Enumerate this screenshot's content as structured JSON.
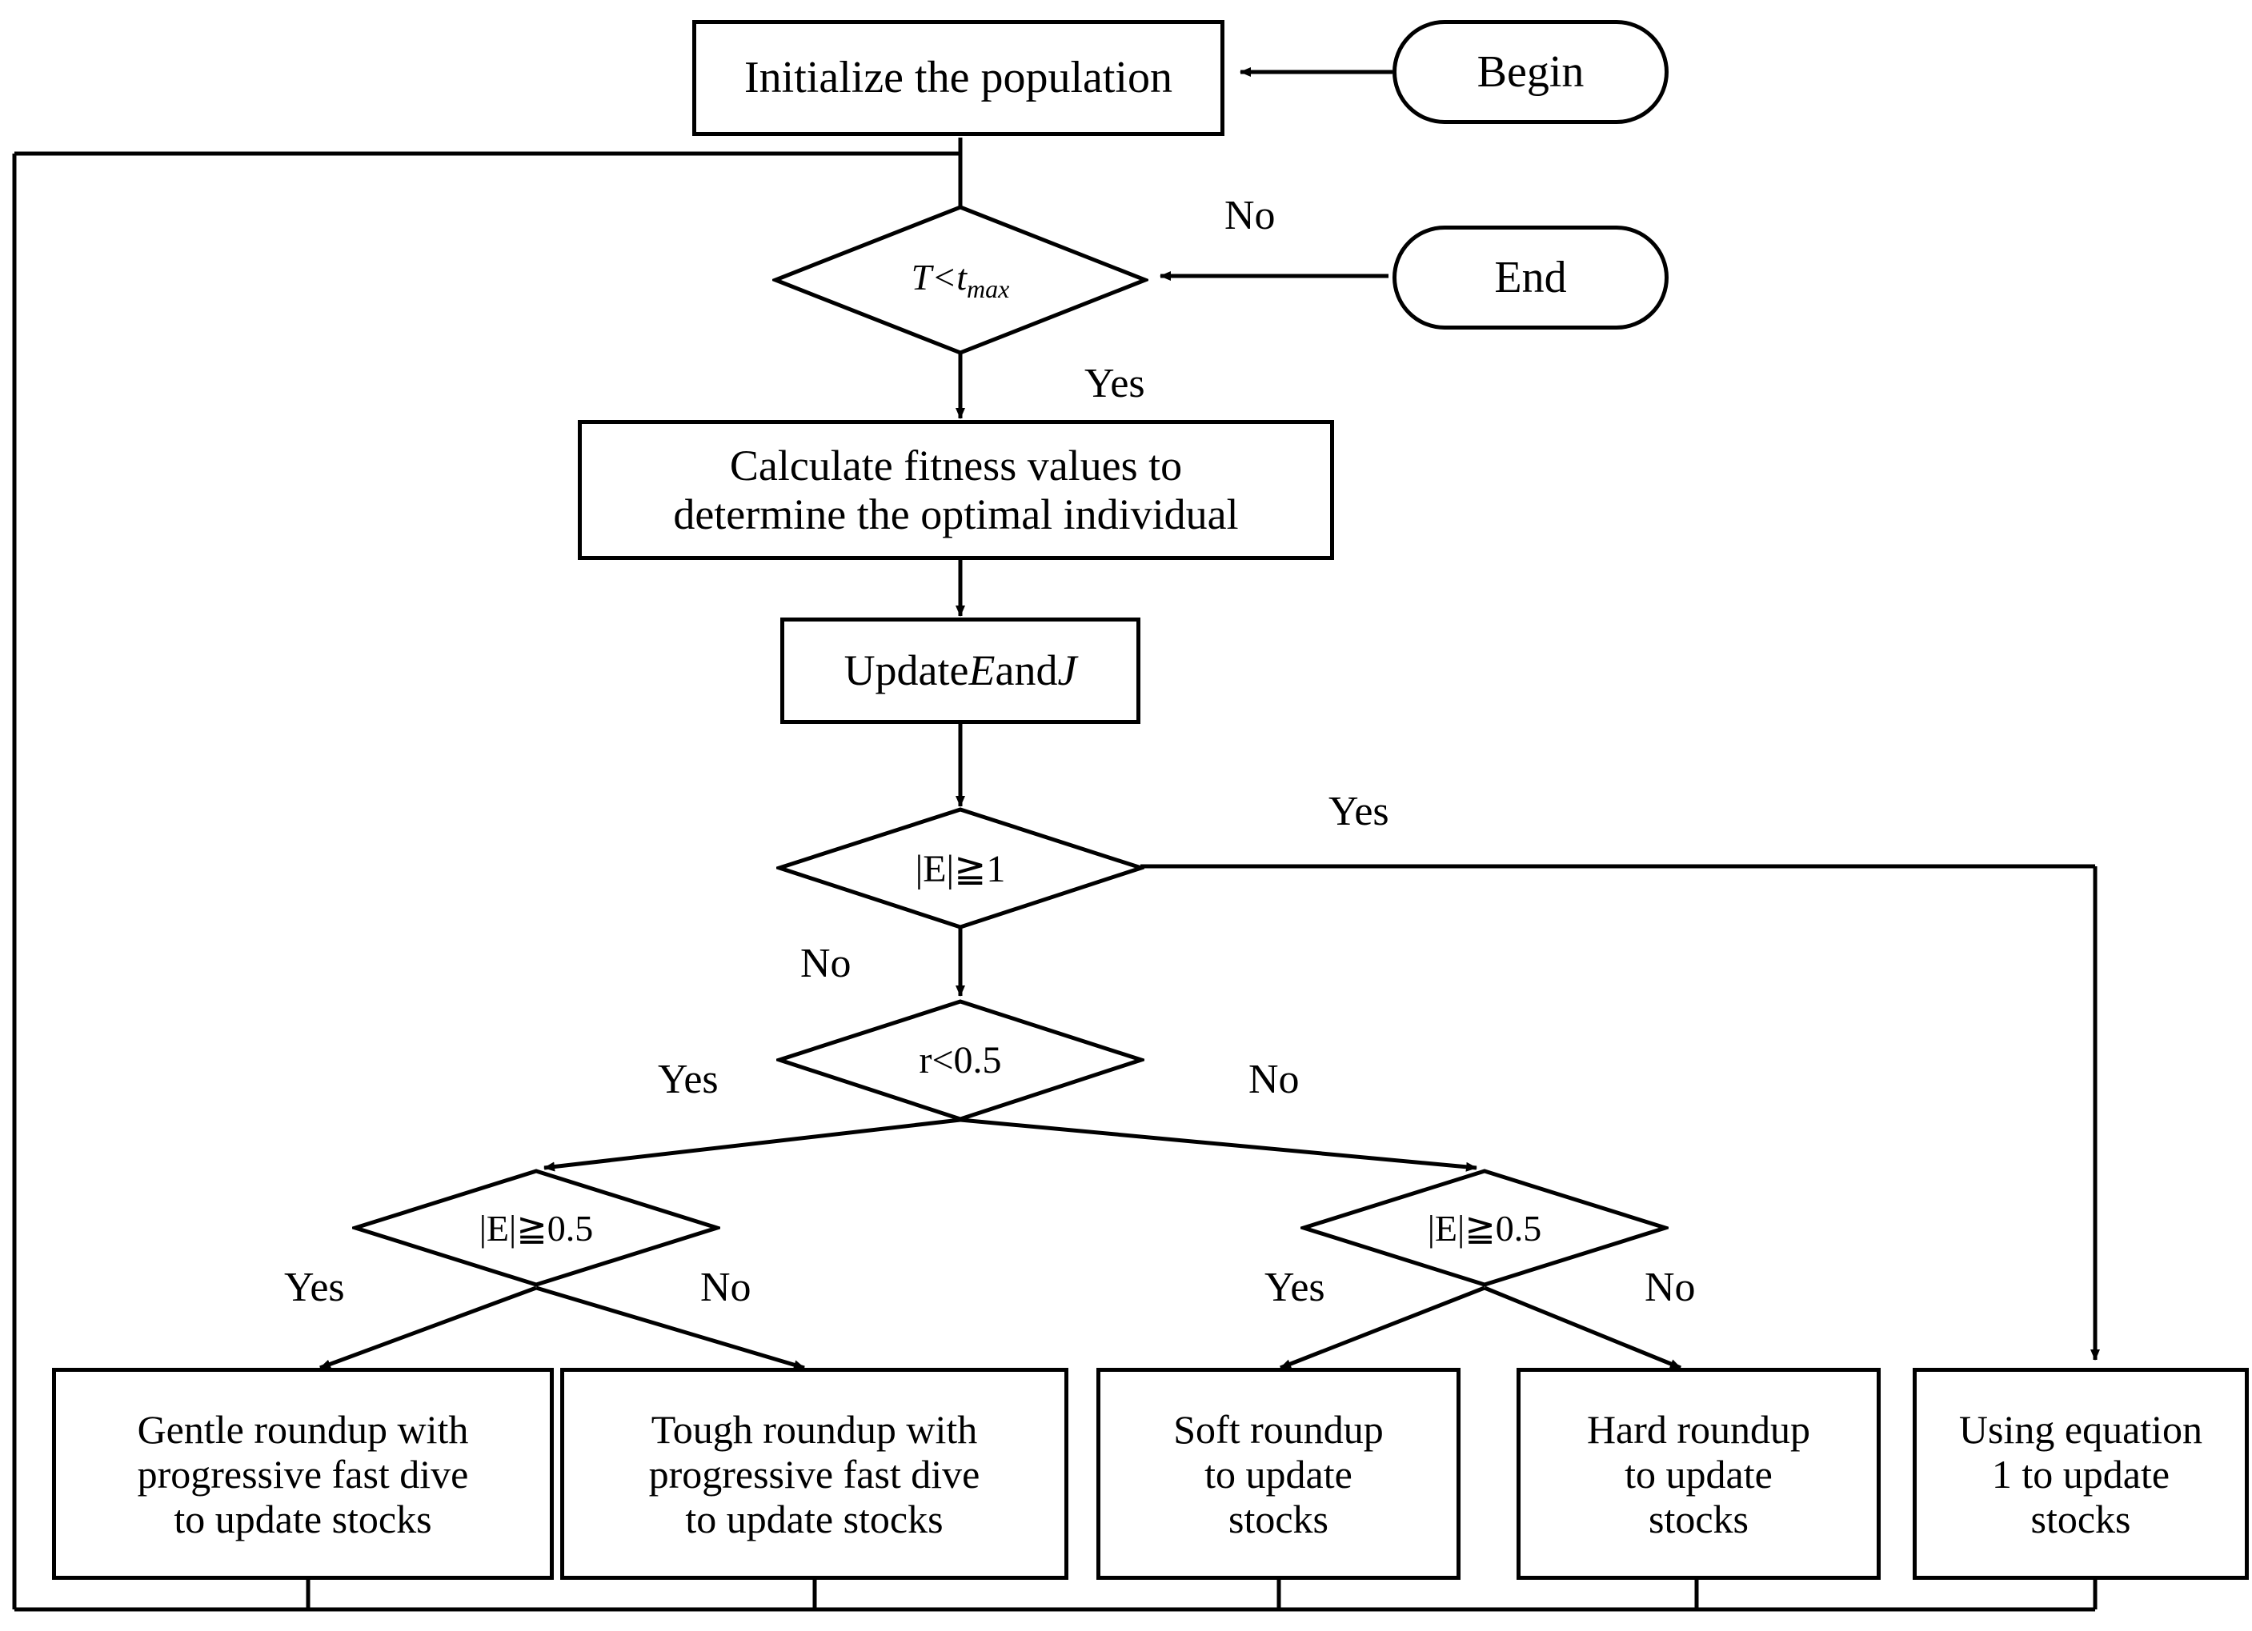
{
  "diagram": {
    "type": "flowchart",
    "title": "Harris Hawks Optimization algorithm flowchart",
    "nodes": {
      "begin": {
        "label": "Begin",
        "shape": "stadium"
      },
      "end": {
        "label": "End",
        "shape": "stadium"
      },
      "init": {
        "label": "Initialize the population",
        "shape": "rect"
      },
      "cond_t": {
        "label": "T<t",
        "label_sub": "max",
        "shape": "diamond"
      },
      "fitness": {
        "line1": "Calculate fitness values to",
        "line2": "determine the optimal individual",
        "shape": "rect"
      },
      "update_ej": {
        "pre": "Update ",
        "var1": "E",
        "mid": " and ",
        "var2": "J",
        "shape": "rect"
      },
      "cond_e1": {
        "label": "|E|≧1",
        "shape": "diamond"
      },
      "cond_r": {
        "label": "r<0.5",
        "shape": "diamond"
      },
      "cond_e05_left": {
        "label": "|E|≧0.5",
        "shape": "diamond"
      },
      "cond_e05_right": {
        "label": "|E|≧0.5",
        "shape": "diamond"
      },
      "gentle": {
        "line1": "Gentle roundup with",
        "line2": "progressive fast dive",
        "line3": "to update stocks",
        "shape": "rect"
      },
      "tough": {
        "line1": "Tough roundup with",
        "line2": "progressive fast dive",
        "line3": "to update stocks",
        "shape": "rect"
      },
      "soft": {
        "line1": "Soft roundup",
        "line2": "to update",
        "line3": "stocks",
        "shape": "rect"
      },
      "hard": {
        "line1": "Hard roundup",
        "line2": "to update",
        "line3": "stocks",
        "shape": "rect"
      },
      "equation": {
        "line1": "Using equation",
        "line2": "1 to update",
        "line3": "stocks",
        "shape": "rect"
      }
    },
    "edge_labels": {
      "t_no": "No",
      "t_yes": "Yes",
      "e1_yes": "Yes",
      "e1_no": "No",
      "r_yes": "Yes",
      "r_no": "No",
      "left_yes": "Yes",
      "left_no": "No",
      "right_yes": "Yes",
      "right_no": "No"
    },
    "colors": {
      "stroke": "#000000",
      "fill": "#ffffff",
      "text": "#000000"
    }
  }
}
